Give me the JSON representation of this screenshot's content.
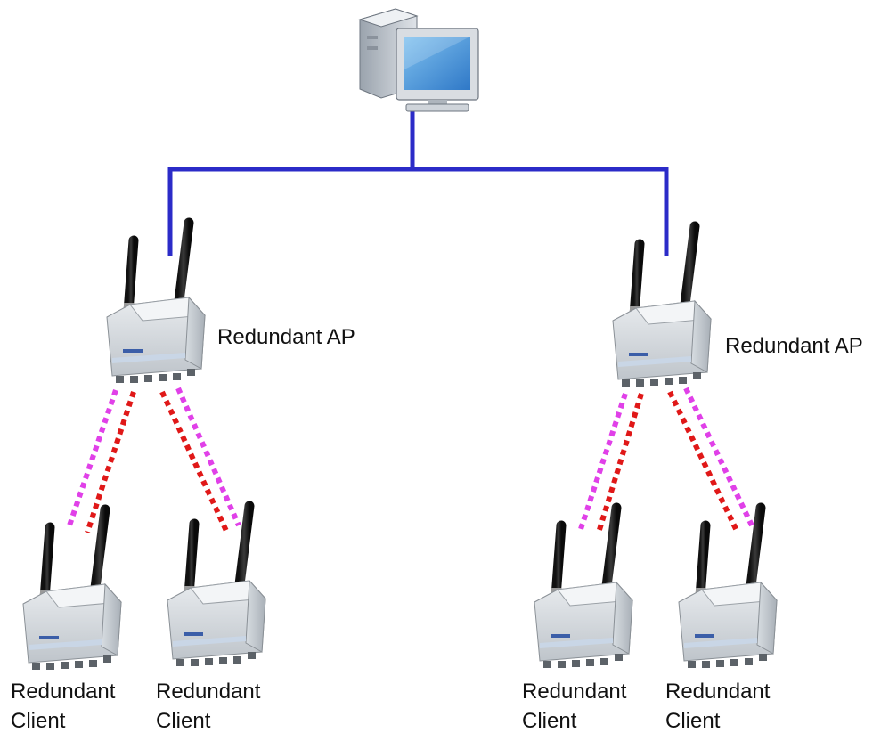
{
  "nodes": {
    "computer": {
      "icon": "desktop-computer-icon"
    },
    "ap_left": {
      "icon": "access-point-icon",
      "label": "Redundant AP"
    },
    "ap_right": {
      "icon": "access-point-icon",
      "label": "Redundant AP"
    },
    "clients": [
      {
        "icon": "access-point-icon",
        "label_line1": "Redundant",
        "label_line2": "Client"
      },
      {
        "icon": "access-point-icon",
        "label_line1": "Redundant",
        "label_line2": "Client"
      },
      {
        "icon": "access-point-icon",
        "label_line1": "Redundant",
        "label_line2": "Client"
      },
      {
        "icon": "access-point-icon",
        "label_line1": "Redundant",
        "label_line2": "Client"
      }
    ]
  },
  "links": {
    "wired_color": "#2b2bc8",
    "wireless_colors": [
      "#e040e8",
      "#e01818"
    ]
  }
}
